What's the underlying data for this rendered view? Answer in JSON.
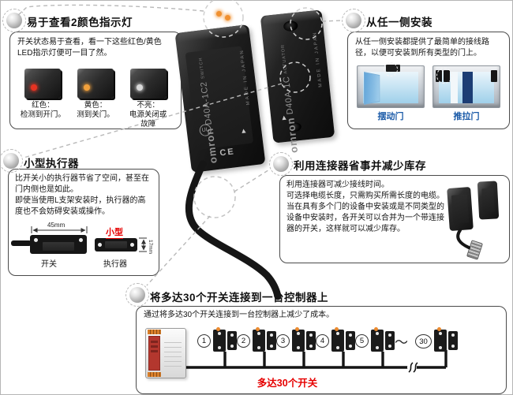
{
  "boxes": {
    "indicator": {
      "title": "易于查看2颜色指示灯",
      "body": "开关状态易于查看，看一下这些红色/黄色LED指示灯便可一目了然。",
      "states": [
        {
          "label": "红色：\n检测到开门。"
        },
        {
          "label": "黄色：\n测到关门。"
        },
        {
          "label": "不亮：\n电源关闭或\n故障"
        }
      ]
    },
    "mount": {
      "title": "从任一侧安装",
      "body": "从任一侧安装都提供了最简单的接线路径，以便可安装到所有类型的门上。",
      "doors": [
        "摆动门",
        "推拉门"
      ]
    },
    "small_actuator": {
      "title": "小型执行器",
      "body": "比开关小的执行器节省了空间，甚至在门内侧也是如此。\n即使当使用L支架安装时，执行器的高度也不会妨碍安装或操作。",
      "tag": "小型",
      "dim_w": "45mm",
      "dim_h": "17mm",
      "switch_label": "开关",
      "actuator_label": "执行器"
    },
    "connector": {
      "title": "利用连接器省事并减少库存",
      "body": "利用连接器可减少接线时间。\n可选择电缆长度，只需购买所需长度的电缆。\n当在具有多个门的设备中安装或是不同类型的设备中安装时，各开关可以合并为一个带连接器的开关，这样就可以减少库存。"
    },
    "multi": {
      "title": "将多达30个开关连接到一台控制器上",
      "body": "通过将多达30个开关连接到一台控制器上减少了成本。",
      "numbers": [
        "1",
        "2",
        "3",
        "4",
        "5"
      ],
      "tilde": "～",
      "last": "30",
      "caption": "多达30个开关"
    }
  },
  "products": {
    "switch_brand": "omron",
    "switch_model": "D40A-1C2",
    "switch_sub": "SWITCH",
    "switch_made": "MADE IN JAPAN",
    "actuator_brand": "omron",
    "actuator_model": "D40A-1C",
    "actuator_sub": "ACTUATOR",
    "actuator_made": "MADE IN JAPAN",
    "ce_mark": "CE",
    "ul_mark": "UL"
  },
  "colors": {
    "red_led": "#e63322",
    "yellow_led": "#f2a13c",
    "off_led": "#d9d9d9",
    "accent_red": "#e60000",
    "door_label_blue": "#1a5aa8"
  }
}
